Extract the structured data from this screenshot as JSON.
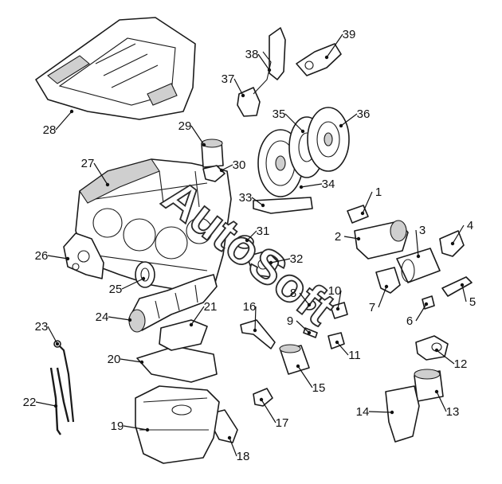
{
  "watermark": "AutoSoft",
  "callouts": [
    "1",
    "2",
    "3",
    "4",
    "5",
    "6",
    "7",
    "8",
    "9",
    "10",
    "11",
    "12",
    "13",
    "14",
    "15",
    "16",
    "17",
    "18",
    "19",
    "20",
    "21",
    "22",
    "23",
    "24",
    "25",
    "26",
    "27",
    "28",
    "29",
    "30",
    "31",
    "32",
    "33",
    "34",
    "35",
    "36",
    "37",
    "38",
    "39"
  ]
}
